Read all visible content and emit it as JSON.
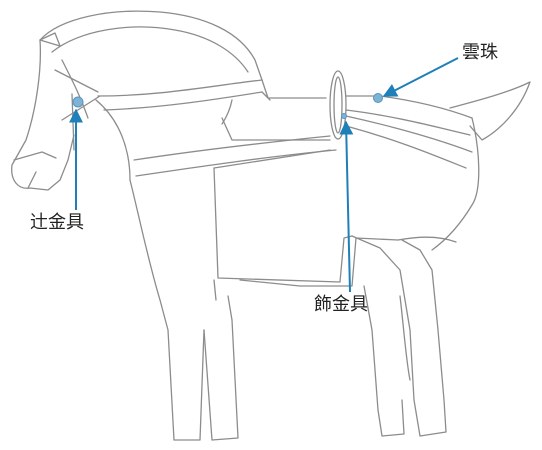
{
  "labels": {
    "unju": "雲珠",
    "tsujikanagu": "辻金具",
    "kazarikanagu": "飾金具"
  },
  "colors": {
    "outline": "#8c8c8c",
    "arrow": "#1f7fb8",
    "fitting": "#7fb3d6",
    "text": "#222222"
  }
}
